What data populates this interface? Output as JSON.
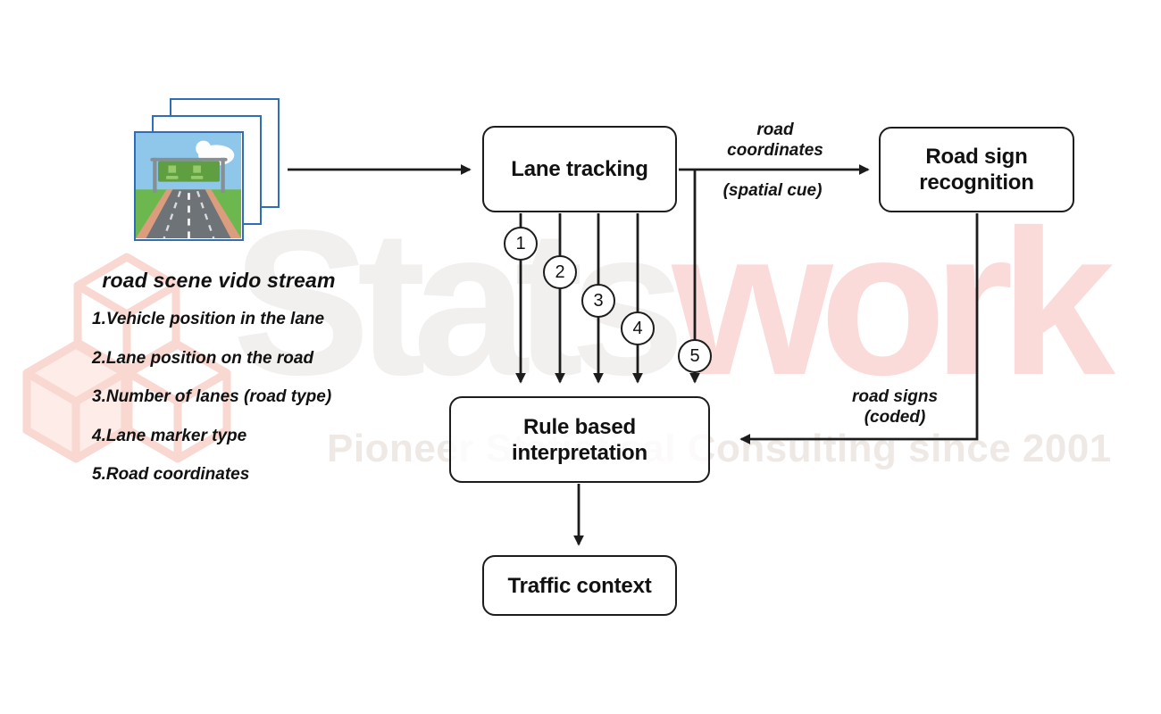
{
  "diagram": {
    "source": {
      "caption": "road scene vido stream",
      "outputs": [
        "1.Vehicle position in the lane",
        "2.Lane position on the road",
        "3.Number of lanes (road type)",
        "4.Lane marker type",
        "5.Road coordinates"
      ]
    },
    "nodes": {
      "lane_tracking": "Lane tracking",
      "road_sign_recognition": "Road sign recognition",
      "rule_based_interpretation": "Rule based interpretation",
      "traffic_context": "Traffic context"
    },
    "edge_labels": {
      "road_coordinates_line1": "road",
      "road_coordinates_line2": "coordinates",
      "spatial_cue": "(spatial cue)",
      "road_signs_line1": "road signs",
      "road_signs_line2": "(coded)"
    },
    "badges": [
      "1",
      "2",
      "3",
      "4",
      "5"
    ]
  },
  "watermark": {
    "brand_part1": "Stats",
    "brand_part2": "work",
    "tagline": "Pioneer Statistical Consulting since 2001",
    "colors": {
      "brand_gray": "#f1f0ef",
      "brand_pink": "#fbdbd9",
      "logo_pink": "#f8d8d1",
      "frame_blue": "#2e6db7",
      "line_black": "#1c1c1c"
    }
  }
}
